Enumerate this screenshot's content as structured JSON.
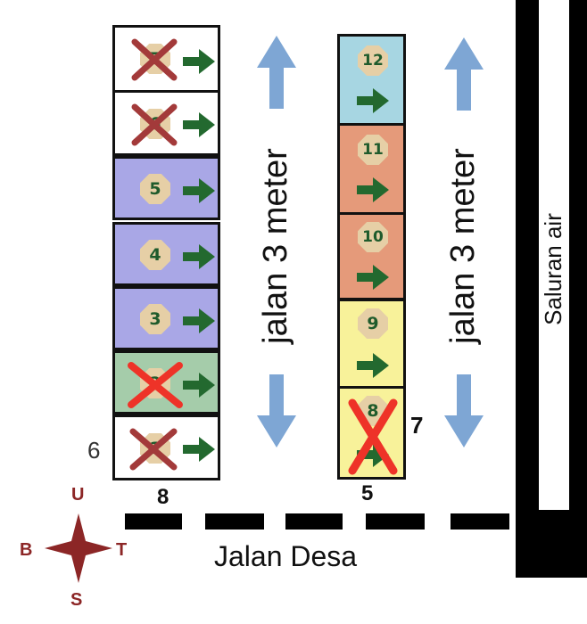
{
  "colors": {
    "white": "#ffffff",
    "purple": "#a9a7e6",
    "green": "#a5ccaa",
    "blue": "#a7d6e2",
    "orange": "#e59a7a",
    "yellow": "#f8f29a",
    "arrow_green": "#23692f",
    "cross_dark": "#a33a3a",
    "cross_red": "#ee3328",
    "road_arrow": "#7ea6d4",
    "compass": "#8c2626"
  },
  "left_column": [
    {
      "number": "7",
      "sold": true
    },
    {
      "number": "6",
      "sold": true
    },
    {
      "number": "5",
      "sold": false
    },
    {
      "number": "4",
      "sold": false
    },
    {
      "number": "3",
      "sold": false
    },
    {
      "number": "2",
      "sold": true
    },
    {
      "number": "1",
      "sold": true
    }
  ],
  "right_column": [
    {
      "number": "12",
      "sold": false
    },
    {
      "number": "11",
      "sold": false
    },
    {
      "number": "10",
      "sold": false
    },
    {
      "number": "9",
      "sold": false
    },
    {
      "number": "8",
      "sold": true
    }
  ],
  "labels": {
    "road_left": "jalan 3 meter",
    "road_right": "jalan 3 meter",
    "village_road": "Jalan Desa",
    "canal": "Saluran air",
    "left_width": "8",
    "left_side": "6",
    "right_width": "5",
    "right_side": "7"
  },
  "compass": {
    "north": "U",
    "south": "S",
    "east": "T",
    "west": "B"
  }
}
